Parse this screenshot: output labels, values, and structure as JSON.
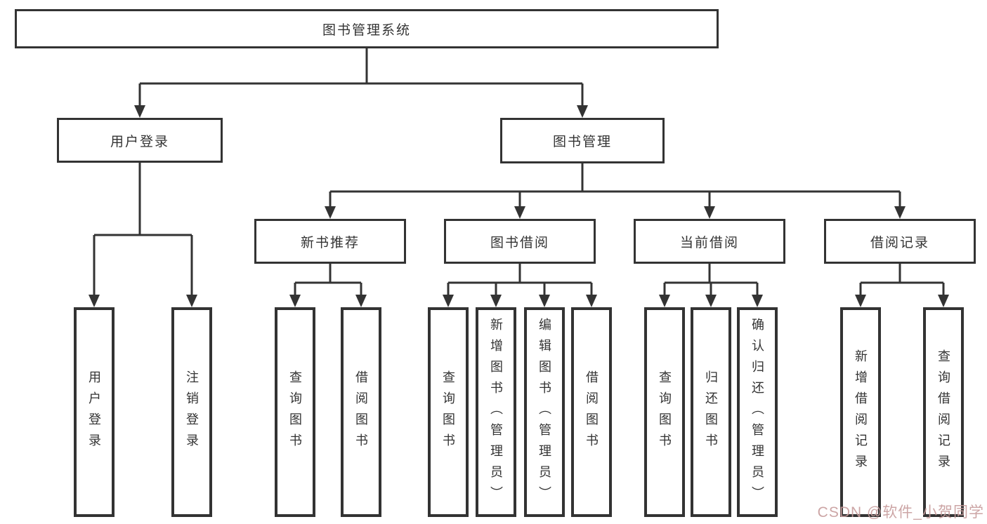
{
  "tree": {
    "label": "图书管理系统",
    "children": [
      {
        "label": "用户登录",
        "children": [
          {
            "label": "用户登录"
          },
          {
            "label": "注销登录"
          }
        ]
      },
      {
        "label": "图书管理",
        "children": [
          {
            "label": "新书推荐",
            "children": [
              {
                "label": "查询图书"
              },
              {
                "label": "借阅图书"
              }
            ]
          },
          {
            "label": "图书借阅",
            "children": [
              {
                "label": "查询图书"
              },
              {
                "label": "新增图书（管理员）"
              },
              {
                "label": "编辑图书（管理员）"
              },
              {
                "label": "借阅图书"
              }
            ]
          },
          {
            "label": "当前借阅",
            "children": [
              {
                "label": "查询图书"
              },
              {
                "label": "归还图书"
              },
              {
                "label": "确认归还（管理员）"
              }
            ]
          },
          {
            "label": "借阅记录",
            "children": [
              {
                "label": "新增借阅记录"
              },
              {
                "label": "查询借阅记录"
              }
            ]
          }
        ]
      }
    ]
  },
  "watermark": {
    "text": "CSDN @软件_小贺同学"
  },
  "colors": {
    "line": "#333333",
    "text": "#333333",
    "watermark": "#c79c9c",
    "background": "#ffffff"
  }
}
